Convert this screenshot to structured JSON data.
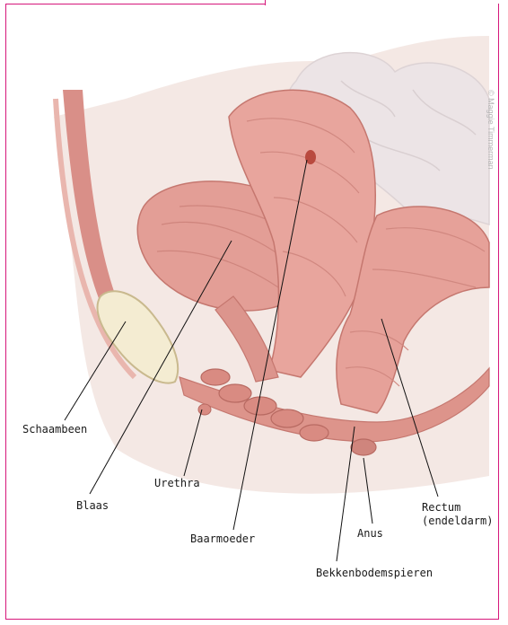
{
  "credit": "© Maggie Timmerman",
  "labels": {
    "schaambeen": "Schaambeen",
    "blaas": "Blaas",
    "urethra": "Urethra",
    "baarmoeder": "Baarmoeder",
    "anus": "Anus",
    "rectum": "Rectum\n(endeldarm)",
    "bekkenbodemspieren": "Bekkenbodemspieren"
  },
  "colors": {
    "frame": "#d6177b",
    "muscle": "#e2a098",
    "muscle_dark": "#c97a72",
    "bone": "#f4ecd2",
    "ureter": "#e8d84a",
    "background_tissue": "#f3e6e2"
  }
}
